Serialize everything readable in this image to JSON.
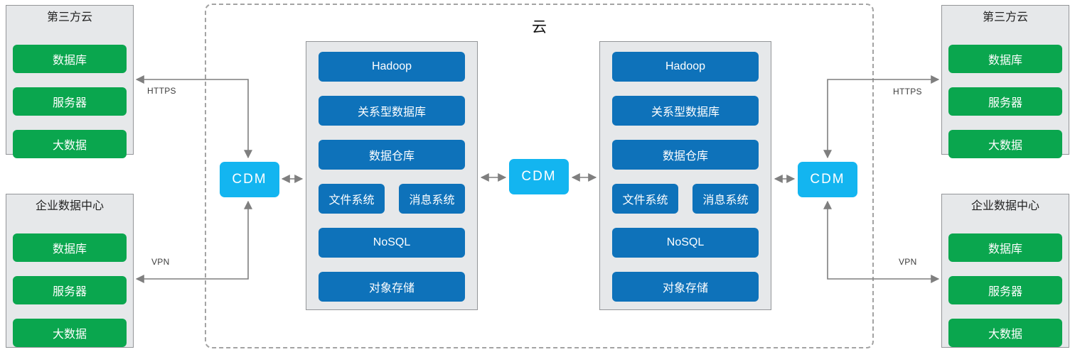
{
  "title": "云",
  "cdm": {
    "label": "CDM"
  },
  "connections": {
    "https": "HTTPS",
    "vpn": "VPN"
  },
  "external": {
    "third_party": {
      "title": "第三方云",
      "items": [
        "数据库",
        "服务器",
        "大数据"
      ]
    },
    "datacenter": {
      "title": "企业数据中心",
      "items": [
        "数据库",
        "服务器",
        "大数据"
      ]
    }
  },
  "cloud_services": [
    "Hadoop",
    "关系型数据库",
    "数据仓库",
    "文件系统",
    "消息系统",
    "NoSQL",
    "对象存储"
  ],
  "colors": {
    "green": "#0aa64e",
    "blue": "#0e72ba",
    "cyan": "#13b5f0",
    "panel-bg": "#e6e8ea",
    "panel-border": "#939598",
    "dash": "#a3a3a3",
    "arrow": "#7f7f7f",
    "text-dark": "#222222"
  }
}
